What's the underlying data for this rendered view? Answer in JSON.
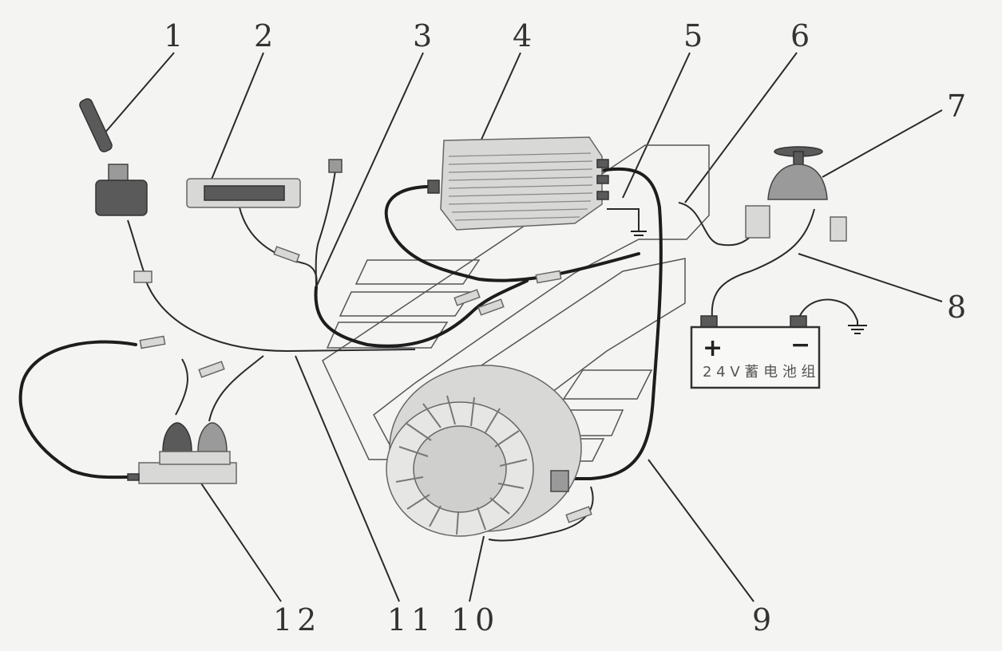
{
  "diagram": {
    "callouts": [
      "1",
      "2",
      "3",
      "4",
      "5",
      "6",
      "7",
      "8",
      "9",
      "10",
      "11",
      "12"
    ],
    "battery": {
      "plus": "+",
      "minus": "−",
      "label": "2 4 V 蓄 电 池 组"
    }
  },
  "colors": {
    "background": "#f4f4f2",
    "wire": "#1d1d1d",
    "metal": "#d8d8d6"
  }
}
